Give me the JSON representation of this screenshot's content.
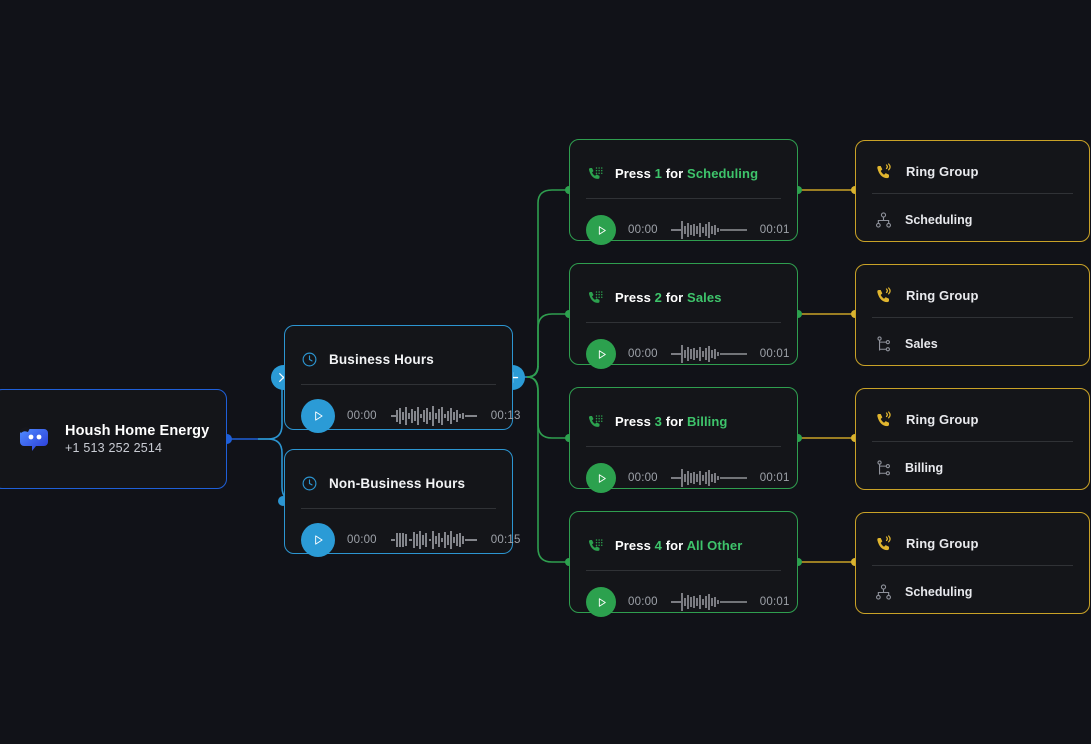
{
  "canvas": {
    "bg": "#111218"
  },
  "colors": {
    "blue": "#2c95d1",
    "blue_strong": "#1f5fd8",
    "green": "#2f9e4f",
    "green_accent": "#3ec46b",
    "yellow": "#c9a227",
    "text": "#f2f3f5",
    "muted": "#9ea2a9"
  },
  "root": {
    "icon": "chat-bubble-logo-icon",
    "title": "Housh Home Energy",
    "phone": "+1 513 252 2514"
  },
  "handles": {
    "close_label": "✕",
    "add_label": "+"
  },
  "schedule_cards": [
    {
      "icon": "clock-icon",
      "title": "Business Hours",
      "play_icon": "play-icon",
      "start_time": "00:00",
      "end_time": "00:13",
      "waveform": "audio-waveform"
    },
    {
      "icon": "clock-icon",
      "title": "Non-Business Hours",
      "play_icon": "play-icon",
      "start_time": "00:00",
      "end_time": "00:15",
      "waveform": "audio-waveform"
    }
  ],
  "ivr_cards": [
    {
      "icon": "dialpad-phone-icon",
      "prefix": "Press ",
      "digit": "1",
      "middle": " for ",
      "destination": "Scheduling",
      "play_icon": "play-icon",
      "start_time": "00:00",
      "end_time": "00:01",
      "waveform": "audio-waveform"
    },
    {
      "icon": "dialpad-phone-icon",
      "prefix": "Press ",
      "digit": "2",
      "middle": " for ",
      "destination": "Sales",
      "play_icon": "play-icon",
      "start_time": "00:00",
      "end_time": "00:01",
      "waveform": "audio-waveform"
    },
    {
      "icon": "dialpad-phone-icon",
      "prefix": "Press ",
      "digit": "3",
      "middle": " for ",
      "destination": "Billing",
      "play_icon": "play-icon",
      "start_time": "00:00",
      "end_time": "00:01",
      "waveform": "audio-waveform"
    },
    {
      "icon": "dialpad-phone-icon",
      "prefix": "Press ",
      "digit": "4",
      "middle": " for ",
      "destination": "All Other",
      "play_icon": "play-icon",
      "start_time": "00:00",
      "end_time": "00:01",
      "waveform": "audio-waveform"
    }
  ],
  "ring_groups": [
    {
      "icon": "ringing-phone-icon",
      "title": "Ring Group",
      "group_icon": "org-chart-icon",
      "group_name": "Scheduling"
    },
    {
      "icon": "ringing-phone-icon",
      "title": "Ring Group",
      "group_icon": "branch-icon",
      "group_name": "Sales"
    },
    {
      "icon": "ringing-phone-icon",
      "title": "Ring Group",
      "group_icon": "branch-icon",
      "group_name": "Billing"
    },
    {
      "icon": "ringing-phone-icon",
      "title": "Ring Group",
      "group_icon": "org-chart-icon",
      "group_name": "Scheduling"
    }
  ]
}
